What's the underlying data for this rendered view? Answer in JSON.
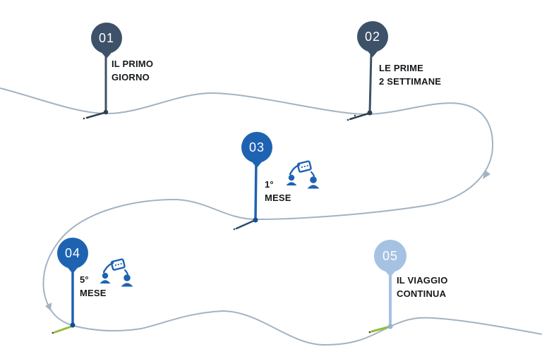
{
  "diagram": {
    "type": "journey-timeline",
    "language": "it",
    "milestones": [
      {
        "number": "01",
        "label": "IL PRIMO\nGIORNO",
        "theme": "dark"
      },
      {
        "number": "02",
        "label": "LE PRIME\n2 SETTIMANE",
        "theme": "dark"
      },
      {
        "number": "03",
        "label": "1°\nMESE",
        "theme": "blue",
        "icon": "team-meeting-icon"
      },
      {
        "number": "04",
        "label": "5°\nMESE",
        "theme": "blue",
        "icon": "team-meeting-icon"
      },
      {
        "number": "05",
        "label": "IL VIAGGIO\nCONTINUA",
        "theme": "light"
      }
    ],
    "icons": {
      "team_meeting": "team-meeting-icon",
      "direction_arrow": "path-direction-arrow-icon"
    },
    "colors": {
      "path": "#a2b3c2",
      "milestone_dark": "#3d5168",
      "milestone_blue": "#1e63b2",
      "milestone_light": "#a6c2e2",
      "label_text": "#15181b",
      "number_text": "#ffffff",
      "finish_highlight_green": "#94bd3a"
    }
  }
}
